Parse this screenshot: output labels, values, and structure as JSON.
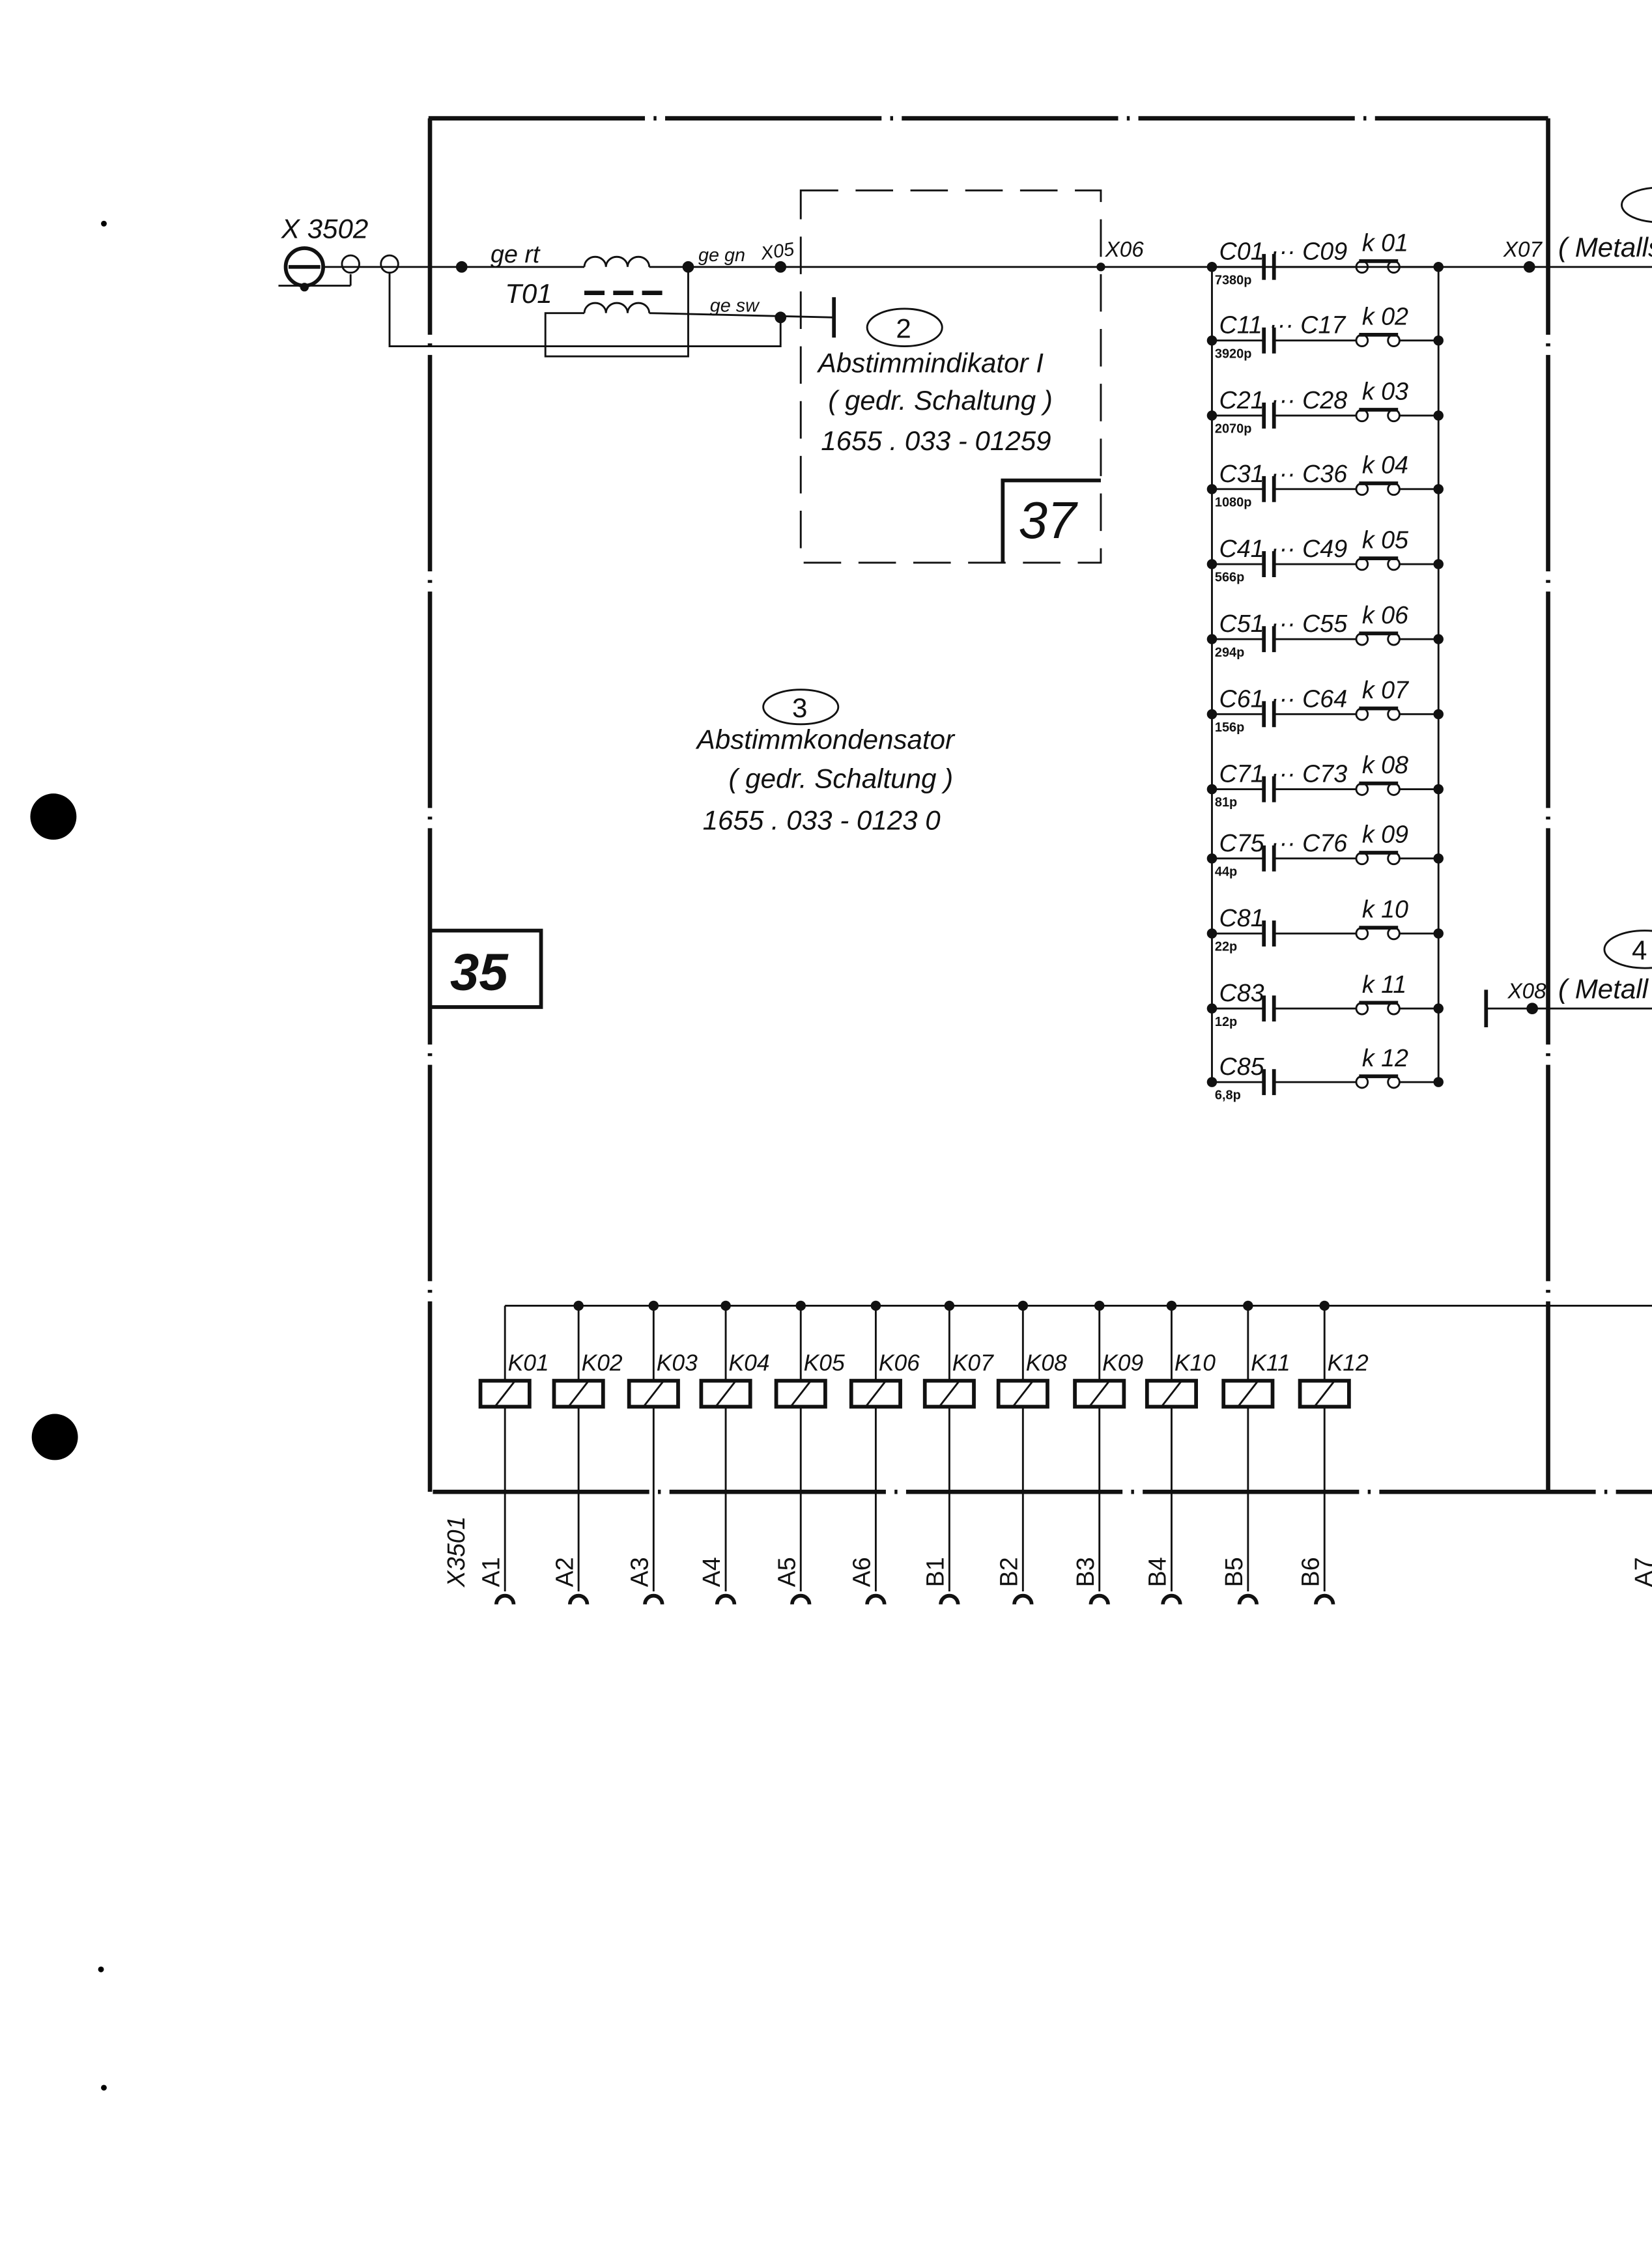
{
  "connectors": {
    "input": "X 3502",
    "x05": "X05",
    "x06": "X06",
    "x07": "X07",
    "x08": "X08",
    "bottom": "X3501"
  },
  "transformer": {
    "name": "T01",
    "wire_top_in": "ge rt",
    "wire_top_out": "ge gn",
    "wire_bottom_out": "ge sw"
  },
  "module_indicator": {
    "number": "2",
    "title": "Abstimmindikator I",
    "subtitle": "( gedr. Schaltung )",
    "part_no": "1655 . 033 - 01259",
    "sheet": "37"
  },
  "module_capacitor": {
    "number": "3",
    "title": "Abstimmkondensator",
    "subtitle": "( gedr. Schaltung )",
    "part_no": "1655 . 033 - 0123 0",
    "sheet": "35"
  },
  "right_modules": {
    "top_text": "( Metalls",
    "lower_number": "4",
    "lower_text": "( Metall"
  },
  "capacitor_bank": [
    {
      "caps": "C01 ··· C09",
      "value": "7380p",
      "switch": "k 01"
    },
    {
      "caps": "C11 ··· C17",
      "value": "3920p",
      "switch": "k 02"
    },
    {
      "caps": "C21 ··· C28",
      "value": "2070p",
      "switch": "k 03"
    },
    {
      "caps": "C31 ··· C36",
      "value": "1080p",
      "switch": "k 04"
    },
    {
      "caps": "C41 ··· C49",
      "value": "566p",
      "switch": "k 05"
    },
    {
      "caps": "C51 ··· C55",
      "value": "294p",
      "switch": "k 06"
    },
    {
      "caps": "C61 ··· C64",
      "value": "156p",
      "switch": "k 07"
    },
    {
      "caps": "C71 ··· C73",
      "value": "81p",
      "switch": "k 08"
    },
    {
      "caps": "C75 ··· C76",
      "value": "44p",
      "switch": "k 09"
    },
    {
      "caps": "C81",
      "value": "22p",
      "switch": "k 10"
    },
    {
      "caps": "C83",
      "value": "12p",
      "switch": "k 11"
    },
    {
      "caps": "C85",
      "value": "6,8p",
      "switch": "k 12"
    }
  ],
  "relays": [
    {
      "name": "K01",
      "pin": "A1"
    },
    {
      "name": "K02",
      "pin": "A2"
    },
    {
      "name": "K03",
      "pin": "A3"
    },
    {
      "name": "K04",
      "pin": "A4"
    },
    {
      "name": "K05",
      "pin": "A5"
    },
    {
      "name": "K06",
      "pin": "A6"
    },
    {
      "name": "K07",
      "pin": "B1"
    },
    {
      "name": "K08",
      "pin": "B2"
    },
    {
      "name": "K09",
      "pin": "B3"
    },
    {
      "name": "K10",
      "pin": "B4"
    },
    {
      "name": "K11",
      "pin": "B5"
    },
    {
      "name": "K12",
      "pin": "B6"
    }
  ],
  "extra_pin": "A7"
}
